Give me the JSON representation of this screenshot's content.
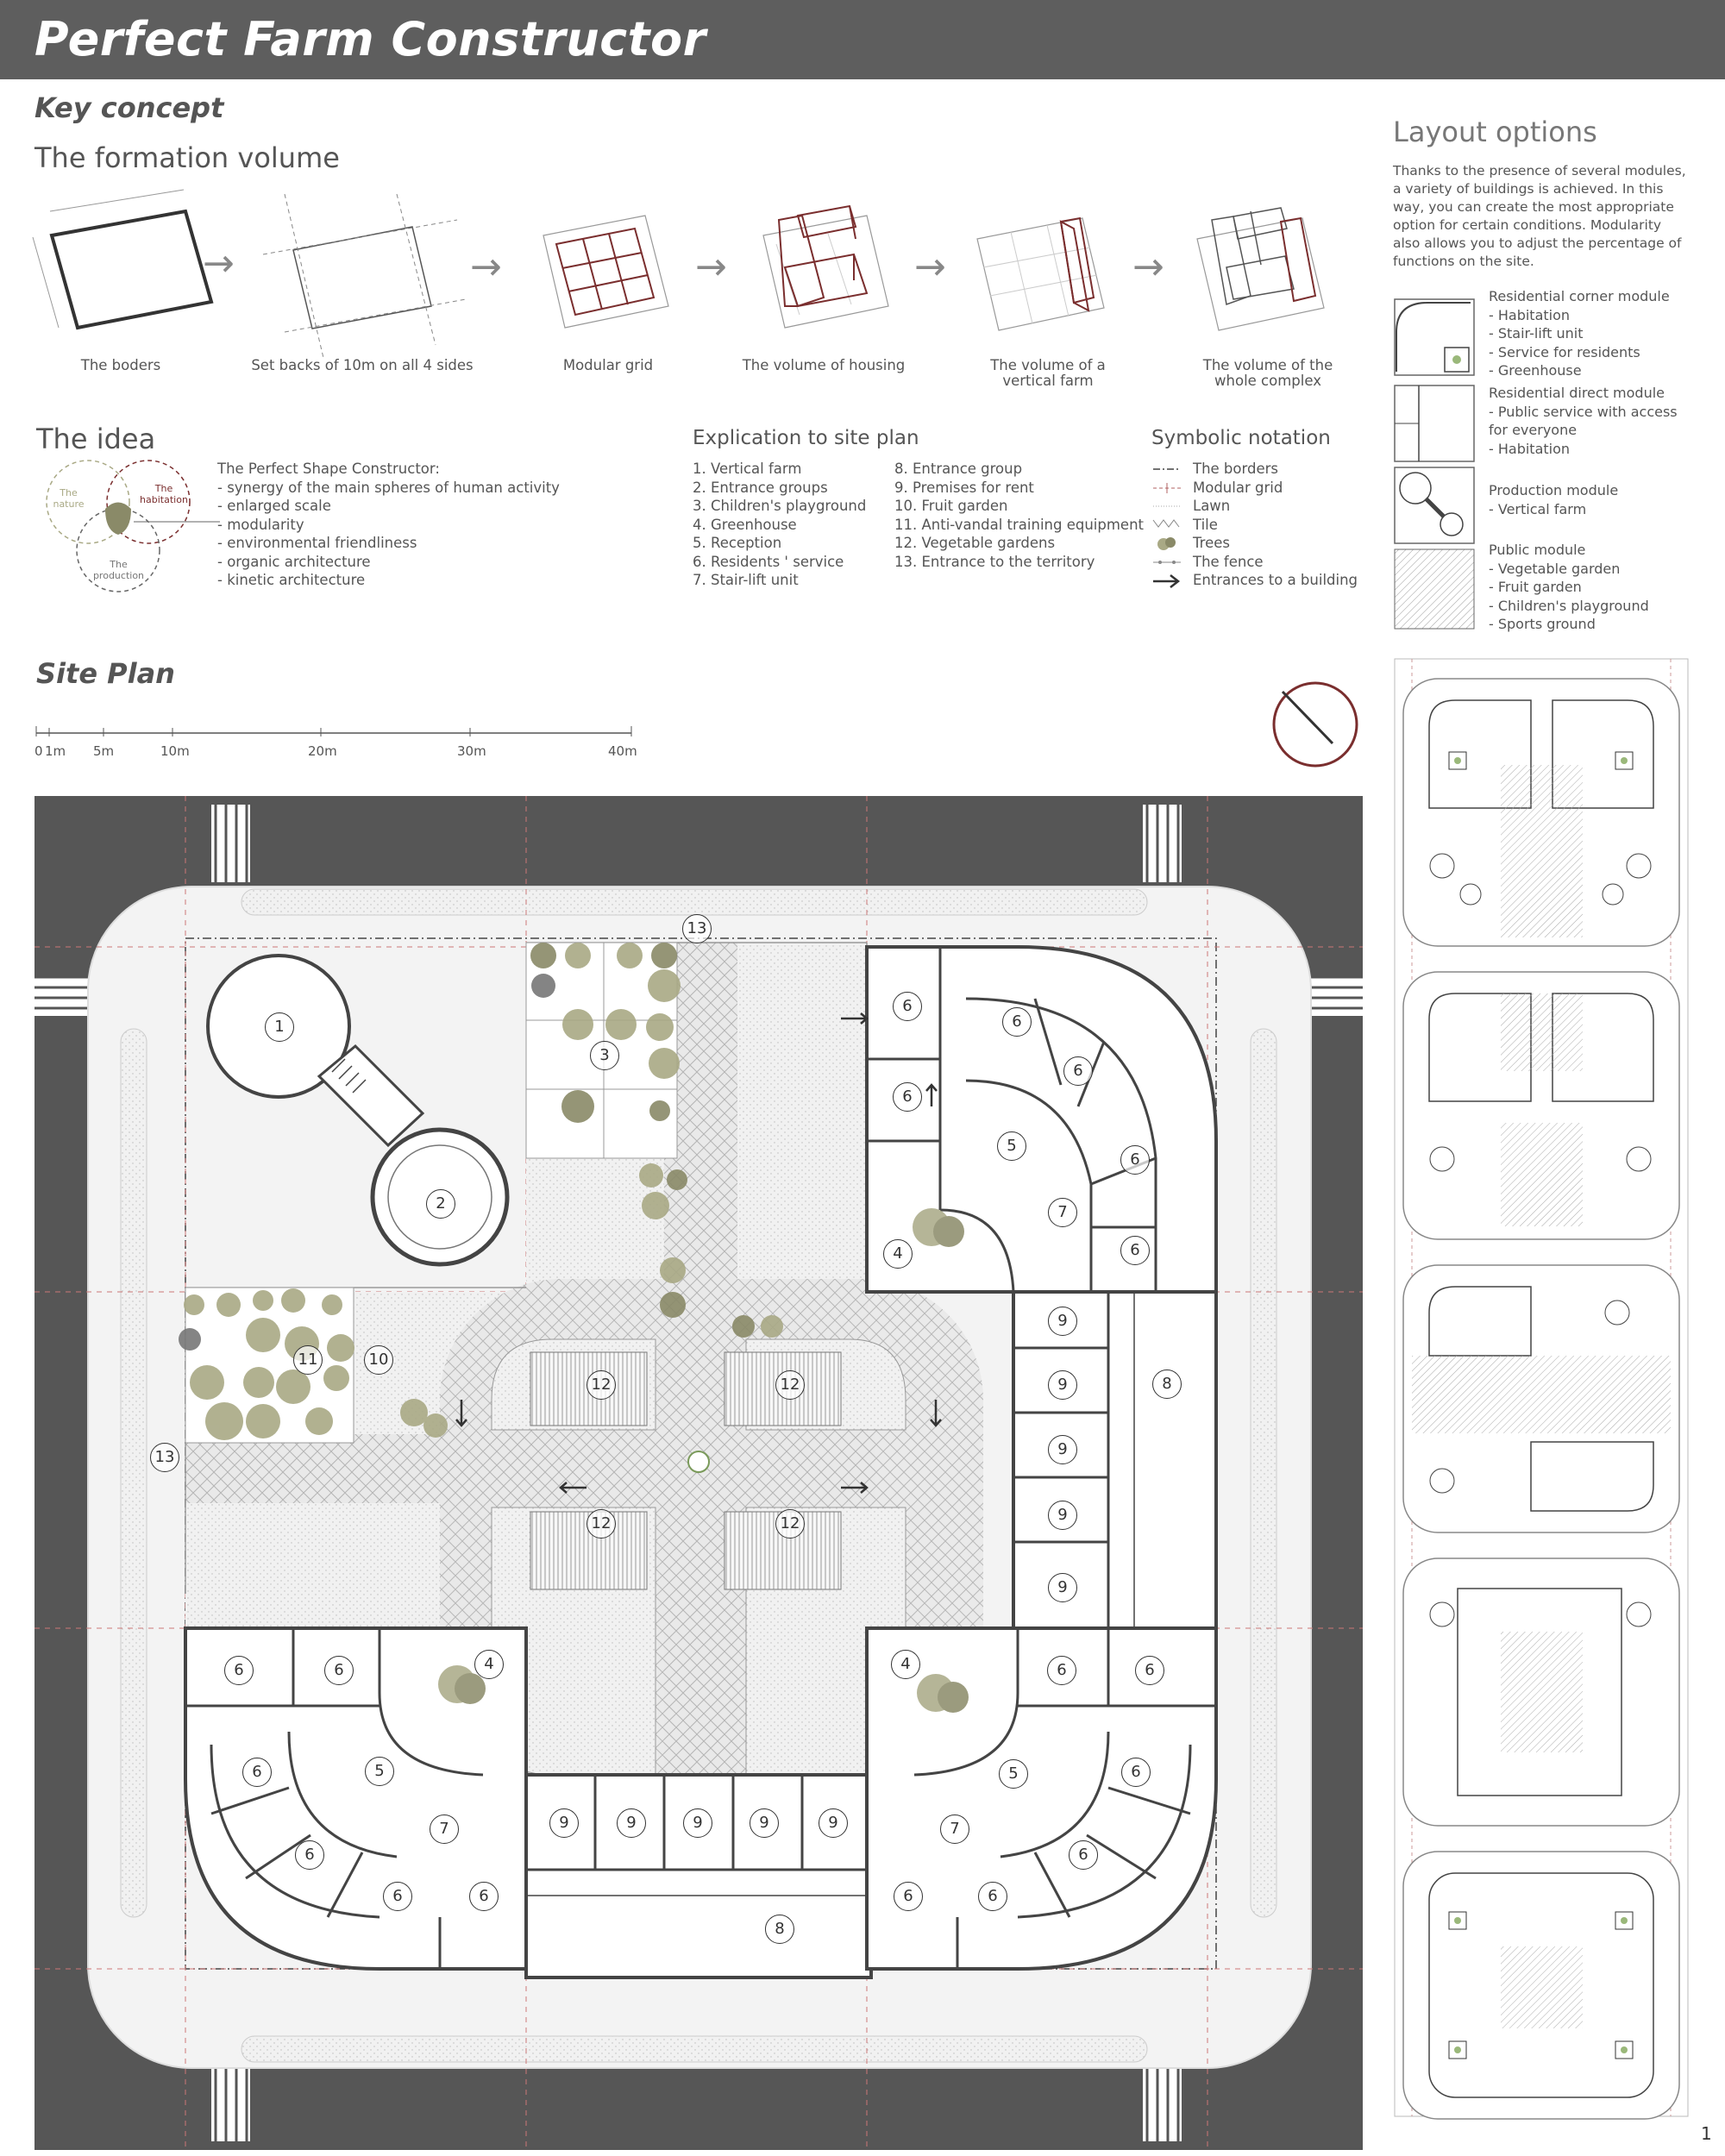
{
  "header": {
    "title": "Perfect Farm Constructor"
  },
  "key_concept": {
    "heading": "Key concept",
    "formation_title": "The formation volume",
    "steps": [
      {
        "label": "The boders"
      },
      {
        "label": "Set backs of 10m on all 4 sides"
      },
      {
        "label": "Modular grid"
      },
      {
        "label": "The volume of housing"
      },
      {
        "label": "The volume of a vertical farm"
      },
      {
        "label": "The volume of the whole complex"
      }
    ],
    "arrow": "→"
  },
  "idea": {
    "title": "The idea",
    "circle_labels": {
      "nature": "The nature",
      "habitation": "The habitation",
      "production": "The production"
    },
    "lines": [
      "The Perfect Shape Constructor:",
      "- synergy of the main spheres of human activity",
      "- enlarged scale",
      "- modularity",
      "- environmental friendliness",
      "- organic architecture",
      "- kinetic architecture"
    ]
  },
  "explication": {
    "title": "Explication to site plan",
    "col1": [
      "1. Vertical farm",
      "2. Entrance groups",
      "3. Children's playground",
      "4. Greenhouse",
      "5. Reception",
      "6. Residents ' service",
      "7. Stair-lift unit"
    ],
    "col2": [
      "8. Entrance group",
      "9. Premises for rent",
      "10. Fruit garden",
      "11. Anti-vandal training equipment",
      "12. Vegetable gardens",
      "13. Entrance to the territory"
    ]
  },
  "notation": {
    "title": "Symbolic notation",
    "items": [
      "The borders",
      "Modular grid",
      "Lawn",
      "Tile",
      "Trees",
      "The fence",
      "Entrances to a building"
    ]
  },
  "layout": {
    "title": "Layout options",
    "description": "Thanks to the presence of several modules, a variety of buildings is achieved. In this way, you can create the most appropriate option for certain conditions. Modularity also allows you to adjust the percentage of functions on the site.",
    "modules": [
      {
        "lines": [
          "Residential corner module",
          "- Habitation",
          "- Stair-lift unit",
          "- Service for residents",
          "- Greenhouse"
        ]
      },
      {
        "lines": [
          "Residential direct module",
          "- Public service with access",
          "for everyone",
          "- Habitation"
        ]
      },
      {
        "lines": [
          "Production module",
          "- Vertical farm"
        ]
      },
      {
        "lines": [
          "Public module",
          "- Vegetable garden",
          "- Fruit garden",
          "- Children's playground",
          "- Sports ground"
        ]
      }
    ]
  },
  "site_plan": {
    "title": "Site Plan",
    "scale_labels": [
      "0",
      "1m",
      "5m",
      "10m",
      "20m",
      "30m",
      "40m"
    ],
    "labels": {
      "farm": "1",
      "entrance_groups": "2",
      "playground": "3",
      "greenhouse": "4",
      "reception": "5",
      "service": "6",
      "stair": "7",
      "entrance_group": "8",
      "rent": "9",
      "fruit_garden": "10",
      "training": "11",
      "vegetable": "12",
      "territory": "13"
    }
  },
  "page_number": "1",
  "colors": {
    "header": "#5e5e5e",
    "road": "#565656",
    "tree": "#a9a985",
    "tree_dark": "#8a8a68",
    "accent": "#7a2e2e"
  }
}
